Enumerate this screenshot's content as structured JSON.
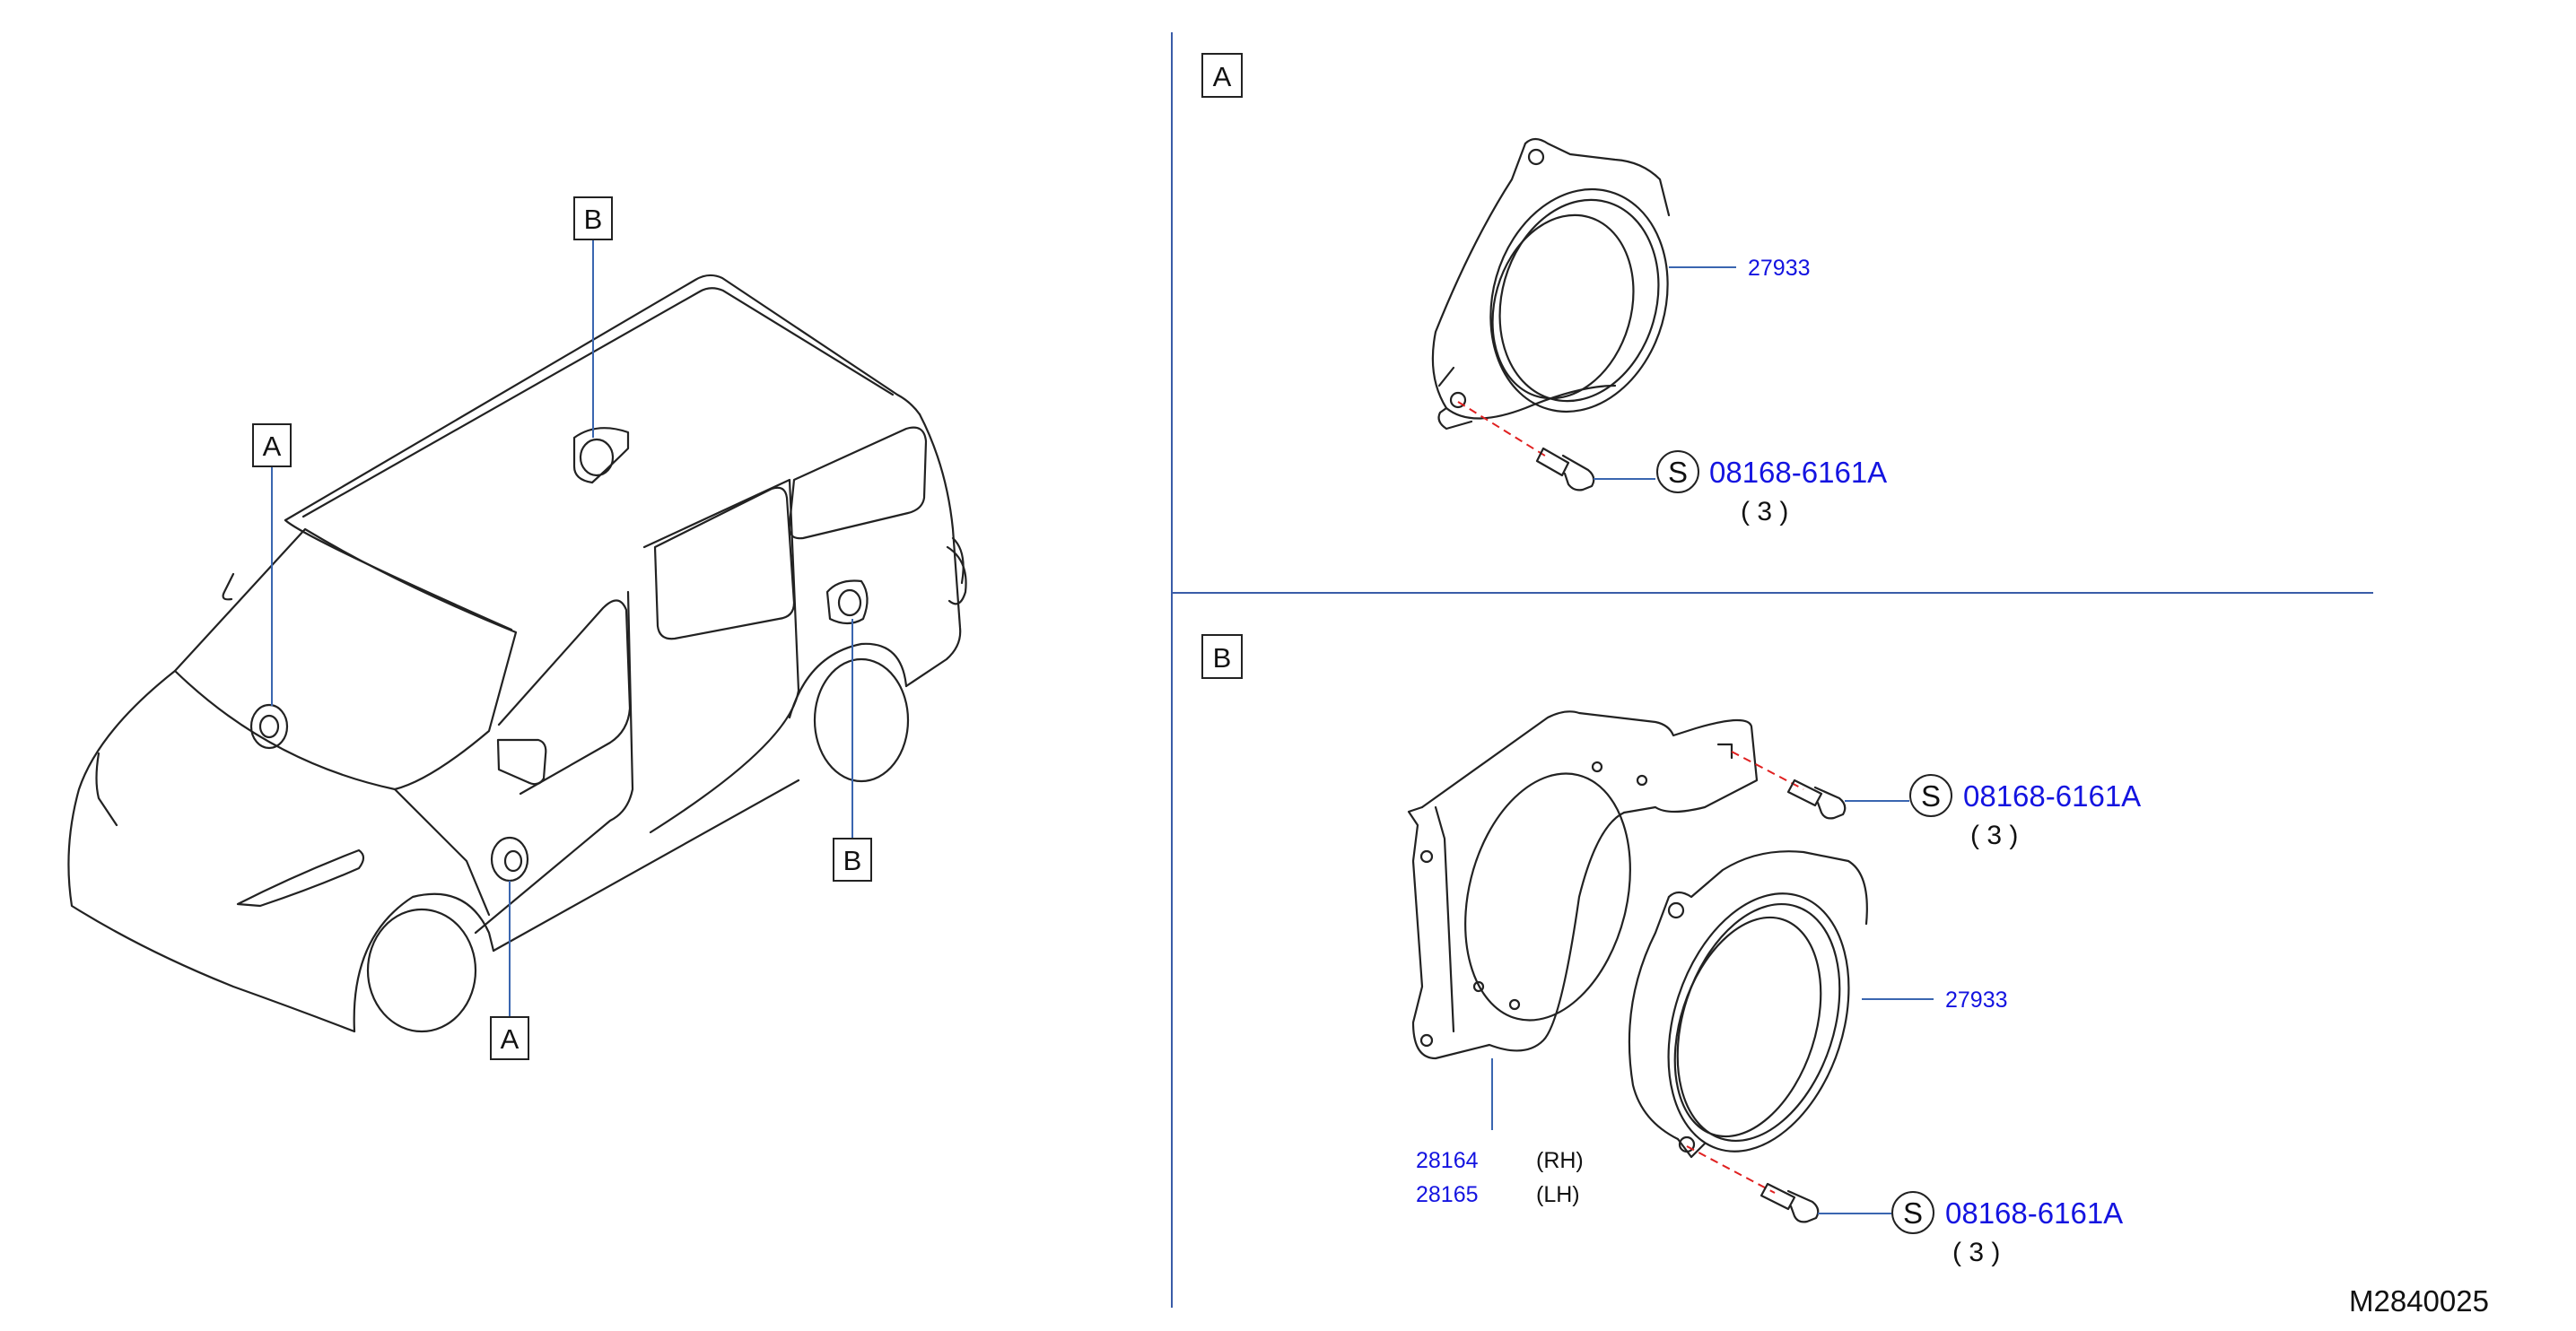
{
  "view_labels": {
    "a": "A",
    "b": "B"
  },
  "section_a": {
    "speaker_part": "27933",
    "bolt": {
      "symbol": "S",
      "part": "08168-6161A",
      "qty": "( 3 )"
    }
  },
  "section_b": {
    "speaker_part": "27933",
    "bracket_rh": "28164",
    "bracket_rh_side": "(RH)",
    "bracket_lh": "28165",
    "bracket_lh_side": "(LH)",
    "bolt_upper": {
      "symbol": "S",
      "part": "08168-6161A",
      "qty": "( 3 )"
    },
    "bolt_lower": {
      "symbol": "S",
      "part": "08168-6161A",
      "qty": "( 3 )"
    }
  },
  "diagram_ref": "M2840025",
  "colors": {
    "part_number": "#1414e0",
    "leader": "#3a66b0",
    "frame": "#3a5ca8",
    "dash": "#e02020"
  }
}
